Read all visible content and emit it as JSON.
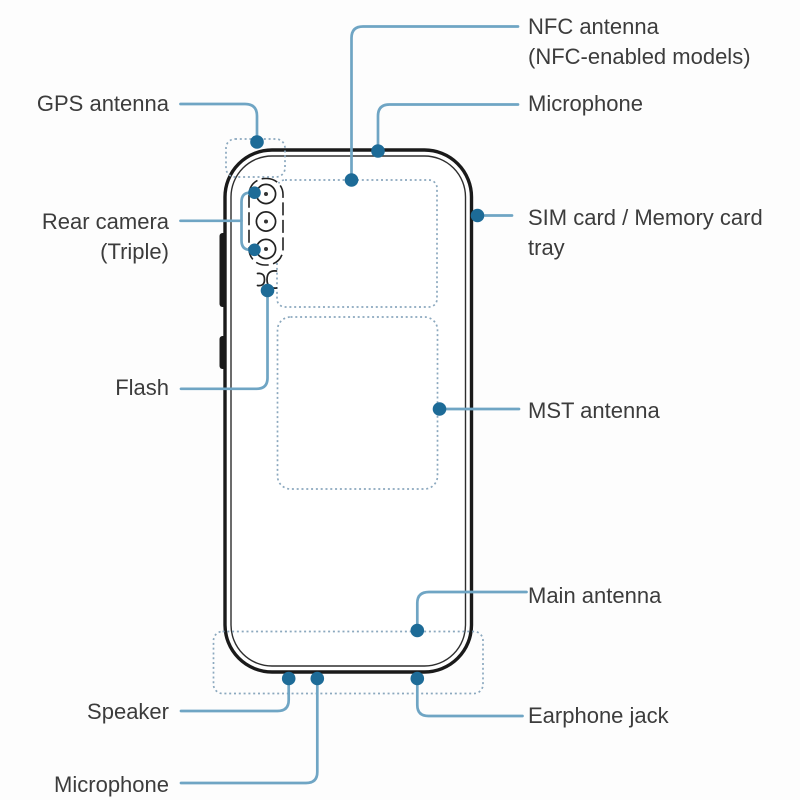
{
  "diagram": {
    "device": "smartphone-back-view",
    "labels": {
      "gps": {
        "text": "GPS antenna"
      },
      "rear_camera": {
        "line1": "Rear camera",
        "line2": "(Triple)"
      },
      "flash": {
        "text": "Flash"
      },
      "speaker": {
        "text": "Speaker"
      },
      "microphone_bottom": {
        "text": "Microphone"
      },
      "nfc": {
        "line1": "NFC antenna",
        "line2": "(NFC-enabled models)"
      },
      "microphone_top": {
        "text": "Microphone"
      },
      "sim": {
        "line1": "SIM card / Memory card",
        "line2": "tray"
      },
      "mst": {
        "text": "MST antenna"
      },
      "main_antenna": {
        "text": "Main antenna"
      },
      "earphone": {
        "text": "Earphone jack"
      }
    },
    "colors": {
      "connector_line": "#6fa5c4",
      "connector_dot": "#1d6b97",
      "dashed_region": "#8ba8be",
      "phone_outline": "#1a1a1a",
      "label_text": "#3c3c3c",
      "background": "#fdfdfd"
    }
  }
}
